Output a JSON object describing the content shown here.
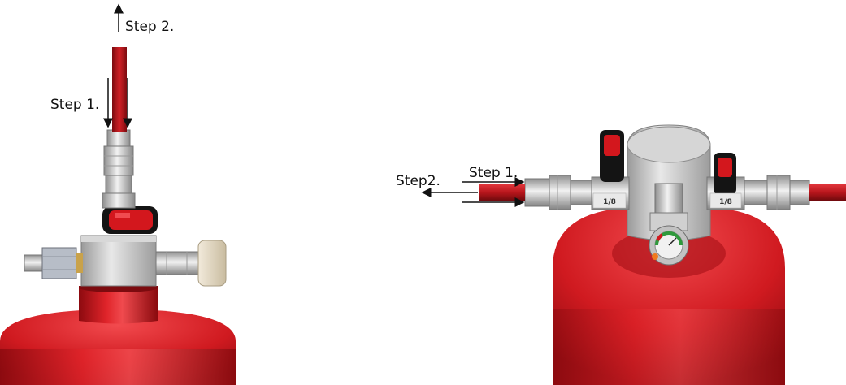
{
  "left_view": {
    "step1_label": "Step 1.",
    "step2_label": "Step 2."
  },
  "right_view": {
    "step1_label": "Step 1.",
    "step2_label": "Step2.",
    "valve_marking_left": "1/8",
    "valve_marking_right": "1/8"
  },
  "colors": {
    "cylinder_red": "#c8141b",
    "tube_red": "#b0161b",
    "metal": "#c9c9c9",
    "handle_black": "#141414",
    "cap_beige": "#e6dcc6"
  }
}
